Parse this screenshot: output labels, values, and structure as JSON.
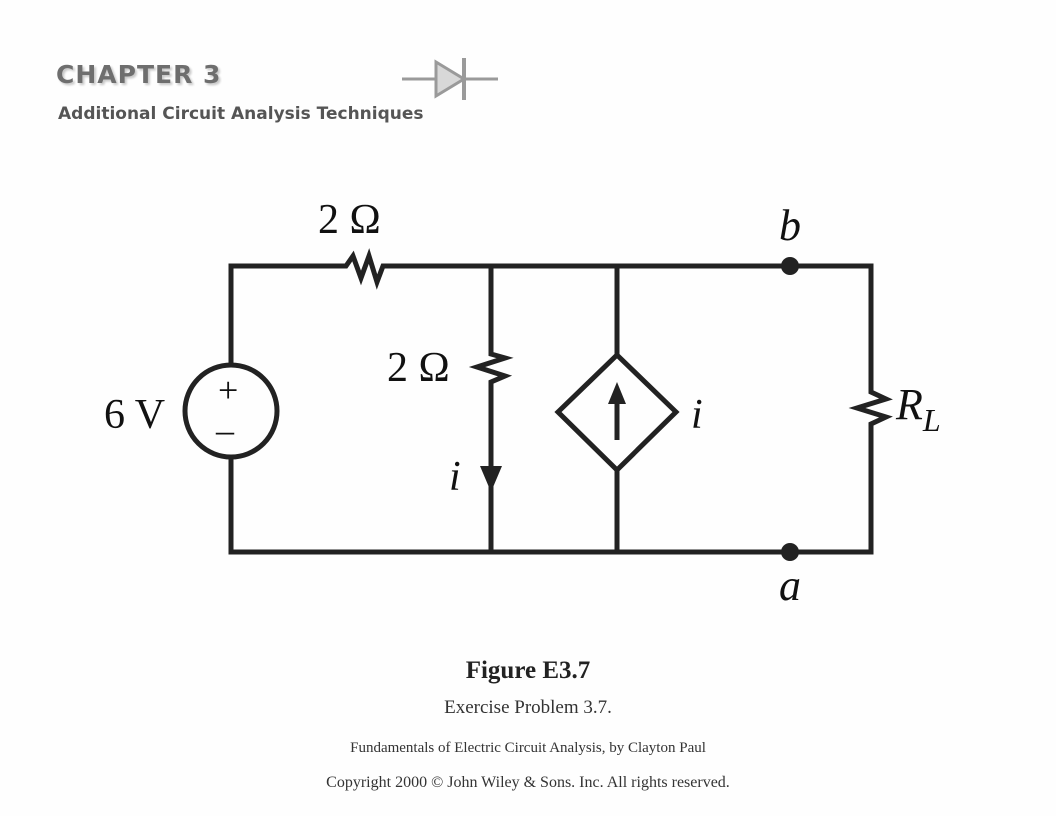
{
  "header": {
    "chapter": "CHAPTER 3",
    "subtitle": "Additional Circuit Analysis Techniques"
  },
  "circuit": {
    "source_label": "6 V",
    "source_plus": "+",
    "source_minus": "–",
    "series_resistor": "2 Ω",
    "shunt_resistor": "2 Ω",
    "current_label": "i",
    "dependent_source_label": "i",
    "load_label": "R",
    "load_subscript": "L",
    "node_top": "b",
    "node_bottom": "a"
  },
  "caption": {
    "figure": "Figure E3.7",
    "description": "Exercise Problem 3.7.",
    "book": "Fundamentals of Electric Circuit Analysis, by Clayton Paul",
    "copyright": "Copyright 2000 © John Wiley & Sons. Inc. All rights reserved."
  }
}
